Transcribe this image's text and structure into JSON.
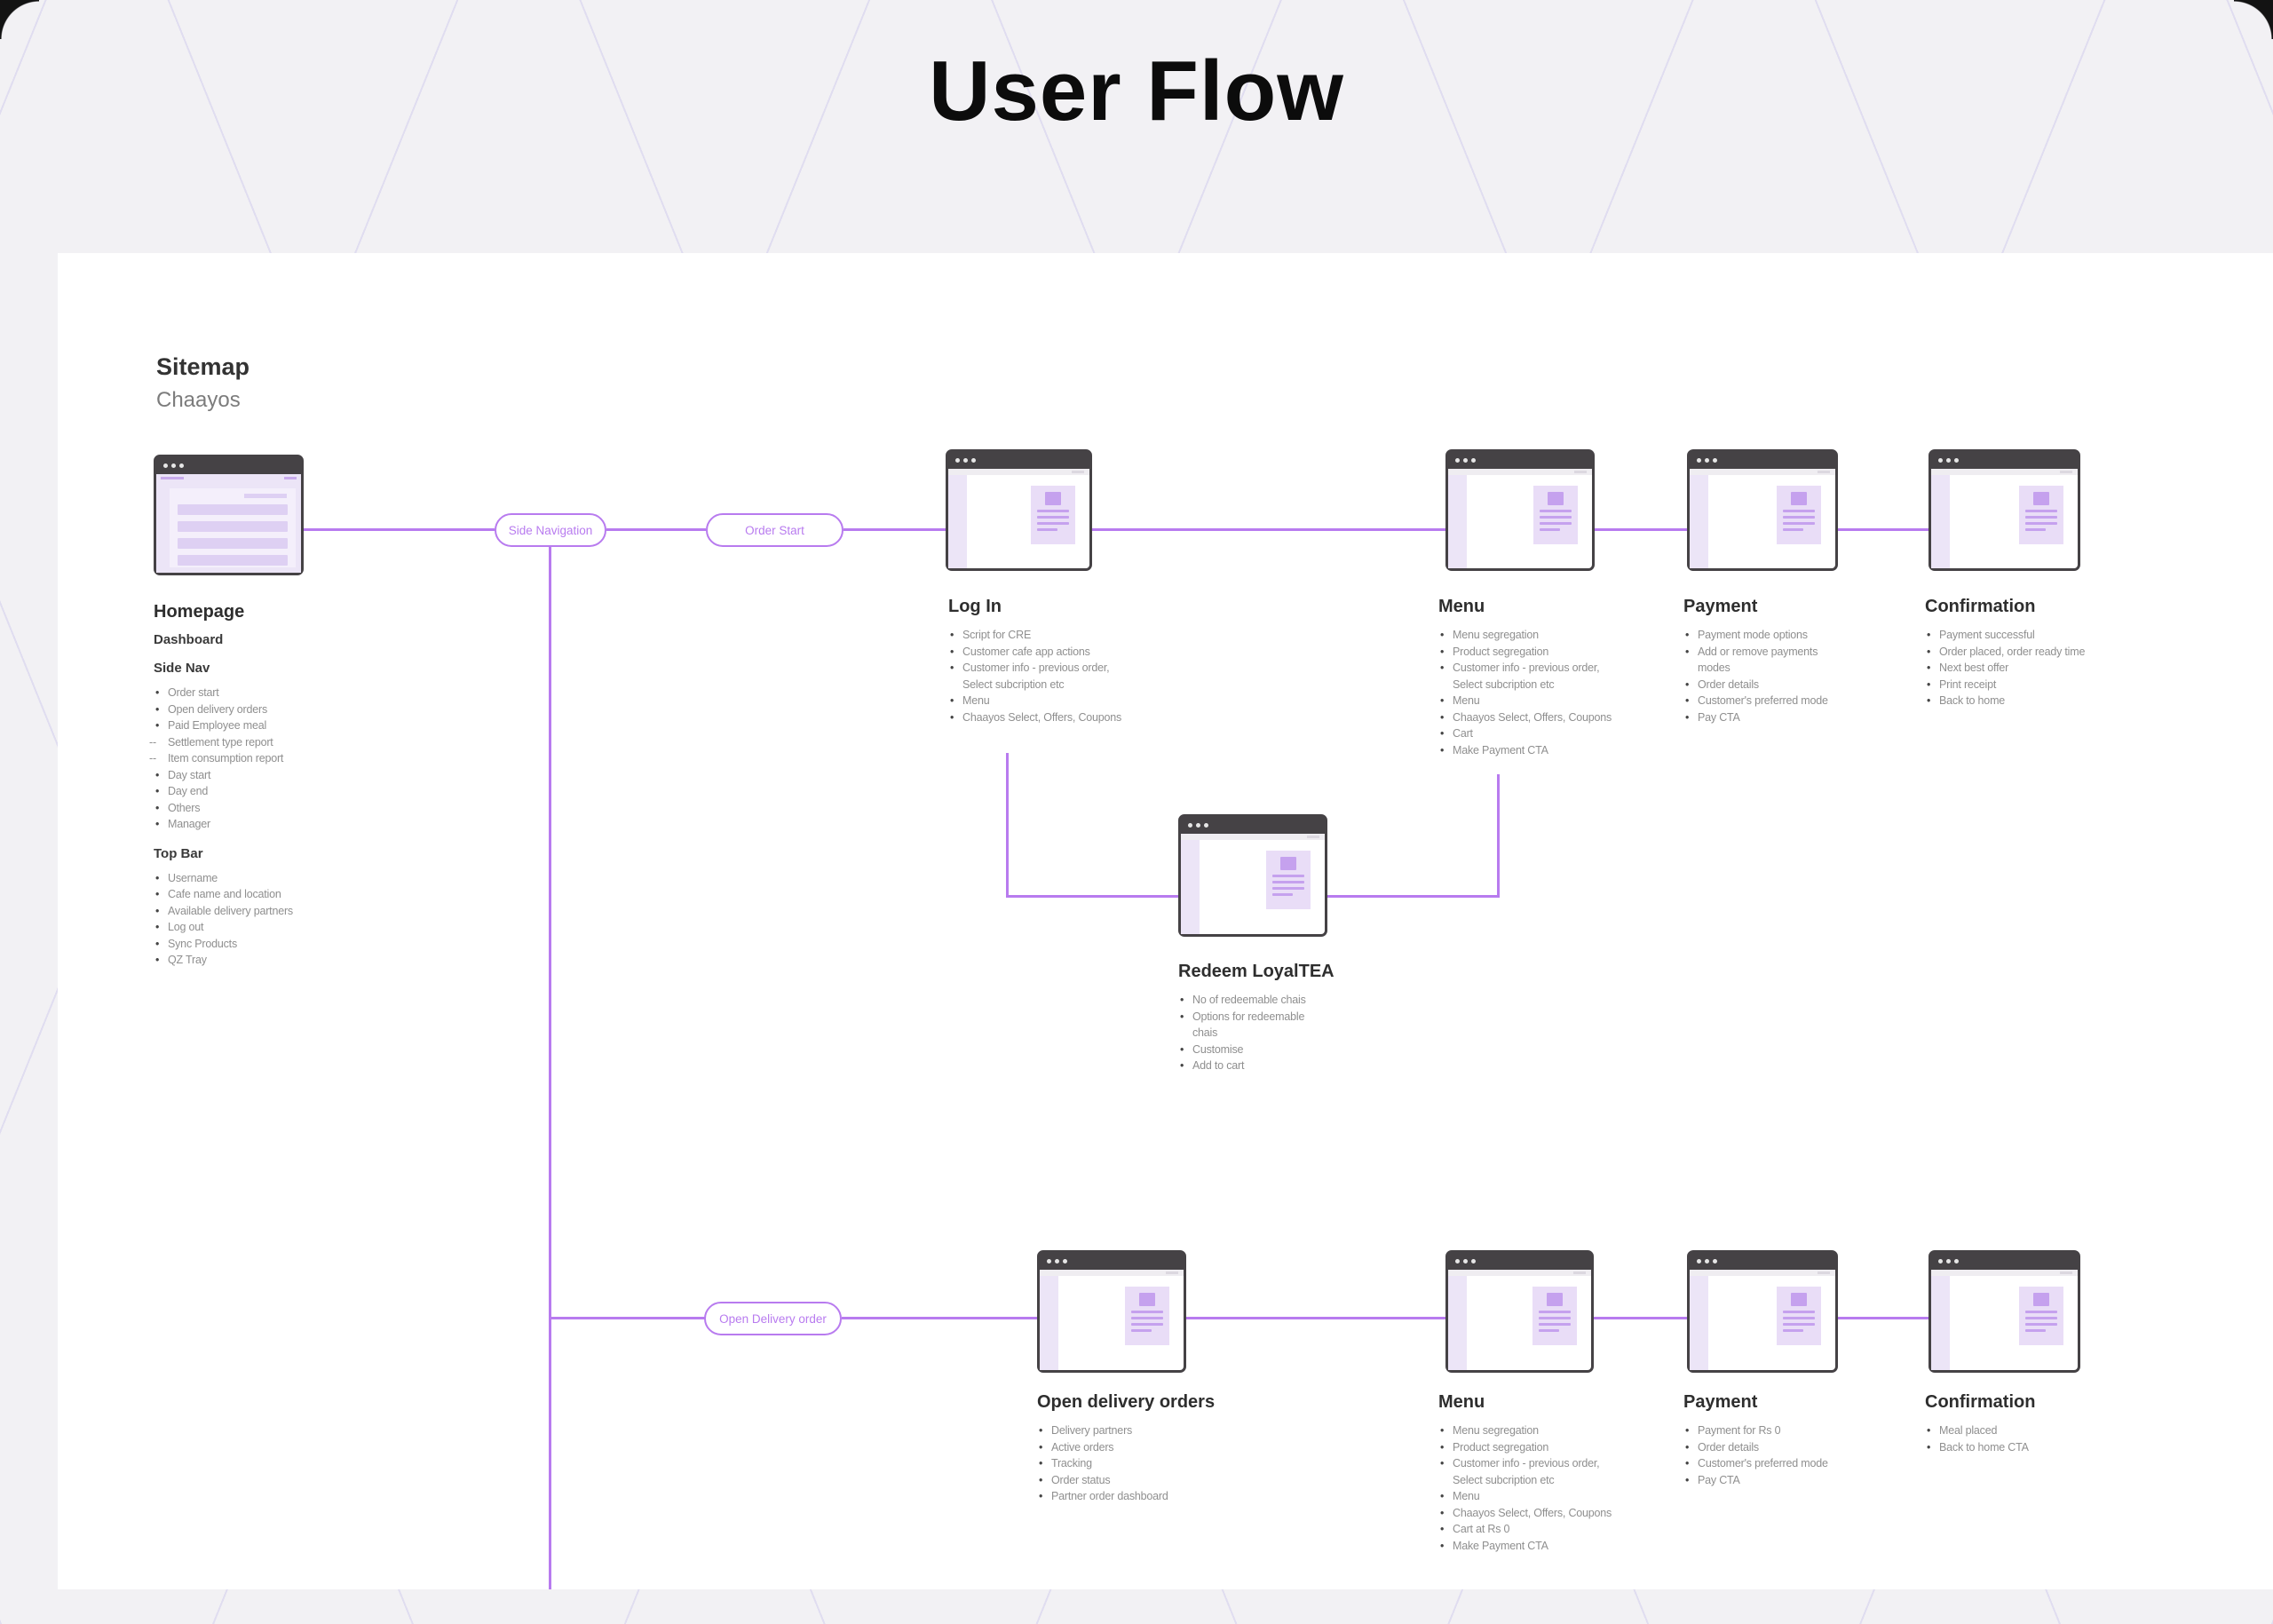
{
  "page": {
    "title": "User Flow"
  },
  "sitemap": {
    "title": "Sitemap",
    "subtitle": "Chaayos"
  },
  "pills": {
    "side_navigation": "Side Navigation",
    "order_start": "Order Start",
    "open_delivery_order": "Open Delivery order"
  },
  "homepage": {
    "title": "Homepage",
    "sections": [
      {
        "heading": "Dashboard",
        "items": []
      },
      {
        "heading": "Side Nav",
        "items": [
          "Order start",
          "Open delivery orders",
          "Paid Employee meal",
          {
            "label": "Settlement type report",
            "dash": true
          },
          {
            "label": "Item consumption report",
            "dash": true
          },
          "Day start",
          "Day end",
          "Others",
          "Manager"
        ]
      },
      {
        "heading": "Top Bar",
        "items": [
          "Username",
          "Cafe name and location",
          "Available delivery partners",
          "Log out",
          "Sync Products",
          "QZ Tray"
        ]
      }
    ]
  },
  "nodes": {
    "login": {
      "title": "Log In",
      "items": [
        "Script for CRE",
        "Customer cafe app actions",
        "Customer info - previous order, Select subcription etc",
        "Menu",
        "Chaayos Select, Offers, Coupons"
      ]
    },
    "menu_top": {
      "title": "Menu",
      "items": [
        "Menu segregation",
        "Product segregation",
        "Customer info - previous order, Select subcription etc",
        "Menu",
        "Chaayos Select, Offers, Coupons",
        "Cart",
        "Make Payment CTA"
      ]
    },
    "payment_top": {
      "title": "Payment",
      "items": [
        "Payment mode options",
        "Add or remove payments modes",
        "Order details",
        "Customer's preferred mode",
        "Pay CTA"
      ]
    },
    "confirmation_top": {
      "title": "Confirmation",
      "items": [
        "Payment successful",
        "Order placed, order ready time",
        "Next best offer",
        "Print receipt",
        "Back to home"
      ]
    },
    "redeem": {
      "title": "Redeem LoyalTEA",
      "items": [
        "No of redeemable chais",
        "Options for redeemable chais",
        "Customise",
        "Add to cart"
      ]
    },
    "open_delivery": {
      "title": "Open delivery orders",
      "items": [
        "Delivery partners",
        "Active orders",
        "Tracking",
        "Order status",
        "Partner order dashboard"
      ]
    },
    "menu_bottom": {
      "title": "Menu",
      "items": [
        "Menu segregation",
        "Product segregation",
        "Customer info - previous order, Select subcription etc",
        "Menu",
        "Chaayos Select, Offers, Coupons",
        "Cart at Rs 0",
        "Make Payment CTA"
      ]
    },
    "payment_bottom": {
      "title": "Payment",
      "items": [
        "Payment for Rs 0",
        "Order details",
        "Customer's preferred mode",
        "Pay CTA"
      ]
    },
    "confirmation_bottom": {
      "title": "Confirmation",
      "items": [
        "Meal placed",
        "Back to home CTA"
      ]
    }
  },
  "colors": {
    "accent": "#b87bef",
    "chrome": "#454245",
    "lavender": "#ece5f7",
    "receipt": "#e9ddf7",
    "receipt_line": "#c5a1ee",
    "text_heading": "#2e2e2e",
    "text_list": "#8f8f8f"
  }
}
